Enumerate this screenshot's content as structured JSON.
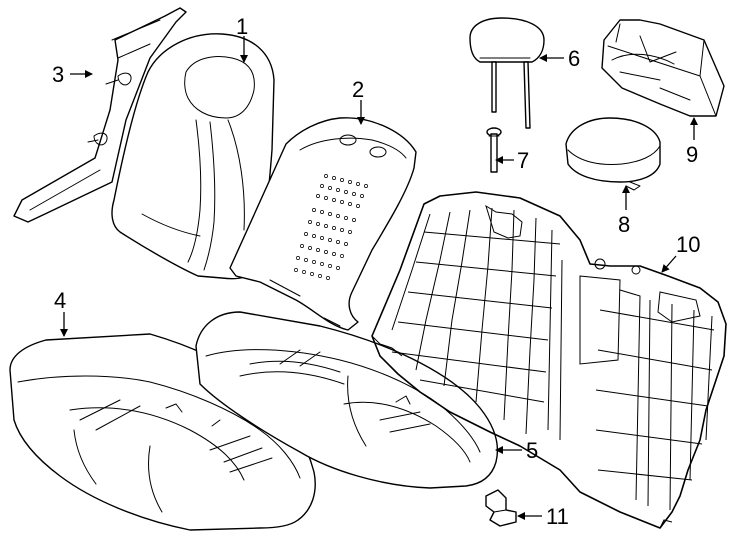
{
  "callouts": [
    {
      "id": "1",
      "text": "1"
    },
    {
      "id": "2",
      "text": "2"
    },
    {
      "id": "3",
      "text": "3"
    },
    {
      "id": "4",
      "text": "4"
    },
    {
      "id": "5",
      "text": "5"
    },
    {
      "id": "6",
      "text": "6"
    },
    {
      "id": "7",
      "text": "7"
    },
    {
      "id": "8",
      "text": "8"
    },
    {
      "id": "9",
      "text": "9"
    },
    {
      "id": "10",
      "text": "10"
    },
    {
      "id": "11",
      "text": "11"
    }
  ],
  "colors": {
    "line": "#000000",
    "background": "#ffffff"
  }
}
